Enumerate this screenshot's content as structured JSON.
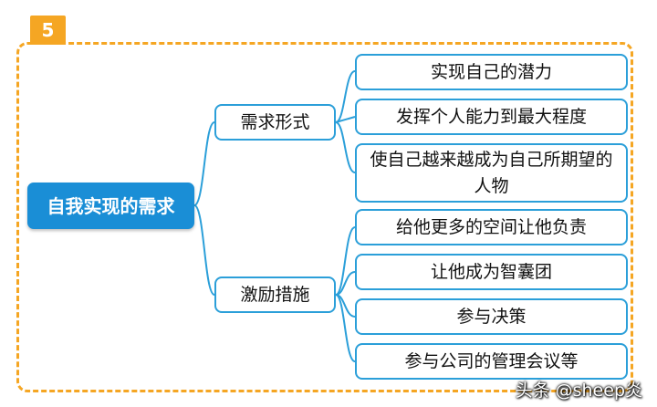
{
  "badge": "5",
  "root": "自我实现的需求",
  "branches": [
    {
      "label": "需求形式",
      "leaves": [
        "实现自己的潜力",
        "发挥个人能力到最大程度",
        "使自己越来越成为自己所期望的人物"
      ]
    },
    {
      "label": "激励措施",
      "leaves": [
        "给他更多的空间让他负责",
        "让他成为智囊团",
        "参与决策",
        "参与公司的管理会议等"
      ]
    }
  ],
  "watermark": "头条 @sheep炎",
  "colors": {
    "accent": "#1a8ed6",
    "border": "#2b9fd9",
    "frame": "#f5a623"
  }
}
